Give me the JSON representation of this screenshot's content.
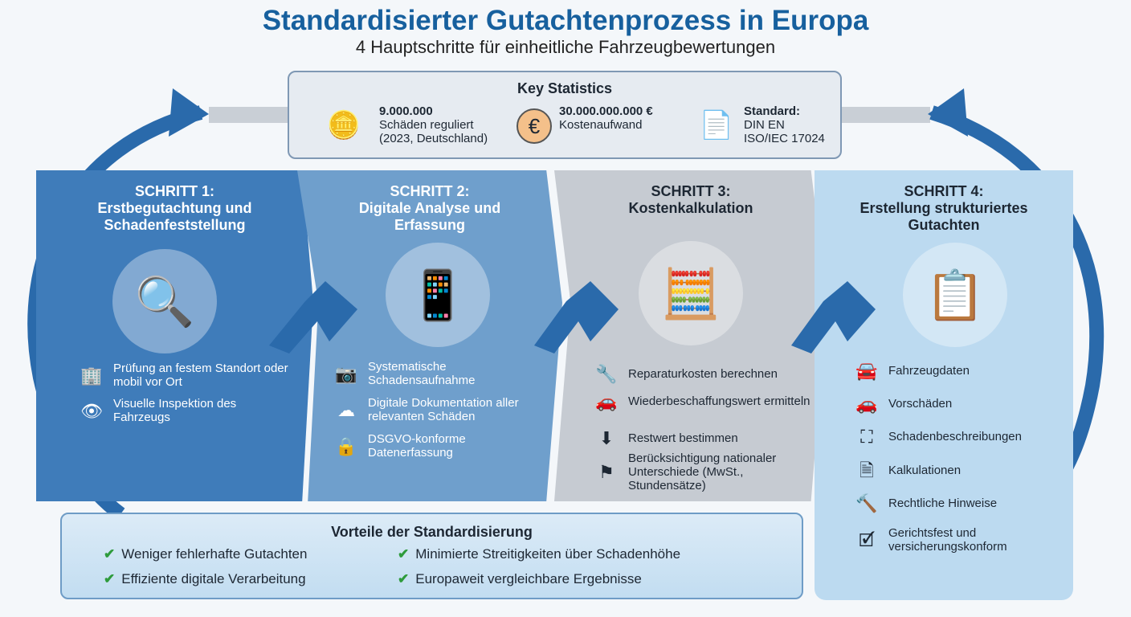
{
  "header": {
    "title": "Standardisierter Gutachtenprozess in Europa",
    "subtitle": "4 Hauptschritte für einheitliche Fahrzeugbewertungen"
  },
  "stats": {
    "title": "Key Statistics",
    "items": [
      {
        "value": "9.000.000",
        "line1": "Schäden reguliert",
        "line2": "(2023, Deutschland)",
        "icon": "coins-car-icon"
      },
      {
        "value": "30.000.000.000 €",
        "line1": "Kostenaufwand",
        "line2": "",
        "icon": "euro-coin-icon"
      },
      {
        "value": "Standard:",
        "line1": "DIN EN",
        "line2": "ISO/IEC 17024",
        "icon": "document-gear-icon"
      }
    ]
  },
  "steps": [
    {
      "step": "SCHRITT 1:",
      "title1": "Erstbegutachtung und",
      "title2": "Schadenfeststellung",
      "items": [
        {
          "text": "Prüfung an festem Standort oder mobil vor Ort",
          "icon": "building-car-icon"
        },
        {
          "text": "Visuelle Inspektion des Fahrzeugs",
          "icon": "eye-icon"
        }
      ]
    },
    {
      "step": "SCHRITT 2:",
      "title1": "Digitale Analyse und",
      "title2": "Erfassung",
      "items": [
        {
          "text": "Systematische Schadensaufnahme",
          "icon": "camera-icon"
        },
        {
          "text": "Digitale Dokumentation aller relevanten Schäden",
          "icon": "cloud-folder-icon"
        },
        {
          "text": "DSGVO-konforme Datenerfassung",
          "icon": "shield-lock-icon"
        }
      ]
    },
    {
      "step": "SCHRITT 3:",
      "title1": "Kostenkalkulation",
      "title2": "",
      "items": [
        {
          "text": "Reparaturkosten berechnen",
          "icon": "wrench-euro-icon"
        },
        {
          "text": "Wiederbeschaffungswert ermitteln",
          "icon": "car-price-tag-icon"
        },
        {
          "text": "Restwert bestimmen",
          "icon": "car-arrow-down-icon"
        },
        {
          "text": "Berücksichtigung nationaler Unterschiede (MwSt., Stundensätze)",
          "icon": "euro-flag-icon"
        }
      ]
    },
    {
      "step": "SCHRITT 4:",
      "title1": "Erstellung strukturiertes",
      "title2": "Gutachten",
      "items": [
        {
          "text": "Fahrzeugdaten",
          "icon": "car-icon"
        },
        {
          "text": "Vorschäden",
          "icon": "damaged-car-icon"
        },
        {
          "text": "Schadenbeschreibungen",
          "icon": "car-scan-icon"
        },
        {
          "text": "Kalkulationen",
          "icon": "documents-icon"
        },
        {
          "text": "Rechtliche Hinweise",
          "icon": "gavel-icon"
        },
        {
          "text": "Gerichtsfest und versicherungskonform",
          "icon": "document-check-icon"
        }
      ]
    }
  ],
  "benefits": {
    "title": "Vorteile der Standardisierung",
    "items": [
      "Weniger fehlerhafte Gutachten",
      "Minimierte Streitigkeiten über Schadenhöhe",
      "Effiziente digitale Verarbeitung",
      "Europaweit vergleichbare Ergebnisse"
    ]
  },
  "colors": {
    "title": "#17609e",
    "step1": "#3f7cba",
    "step2": "#6f9fcc",
    "step3": "#c6cbd2",
    "step4": "#bcdaf0",
    "arrow": "#2a6aab",
    "check": "#2e9b3c"
  }
}
